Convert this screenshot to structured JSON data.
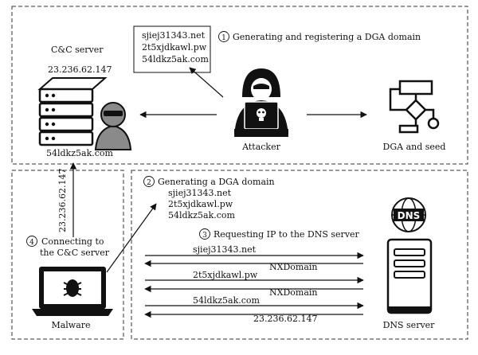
{
  "step1": {
    "number": "1",
    "label": "Generating and registering a DGA domain"
  },
  "step2": {
    "number": "2",
    "label": "Generating a DGA domain"
  },
  "step3": {
    "number": "3",
    "label": "Requesting IP to the DNS server"
  },
  "step4": {
    "number": "4",
    "label_line1": "Connecting to",
    "label_line2": "the C&C server"
  },
  "callout_domains": [
    "sjiej31343.net",
    "2t5xjdkawl.pw",
    "54ldkz5ak.com"
  ],
  "generated_domains": [
    "sjiej31343.net",
    "2t5xjdkawl.pw",
    "54ldkz5ak.com"
  ],
  "cc_server": {
    "title": "C&C server",
    "ip": "23.236.62.147",
    "domain": "54ldkz5ak.com"
  },
  "attacker_label": "Attacker",
  "dga_label": "DGA and seed",
  "malware_label": "Malware",
  "dns_server_label": "DNS server",
  "dns_icon_text": "DNS",
  "vertical_ip": "23.236.62.147",
  "dns_exchange": {
    "query1": "sjiej31343.net",
    "reply1": "NXDomain",
    "query2": "2t5xjdkawl.pw",
    "reply2": "NXDomain",
    "query3": "54ldkz5ak.com",
    "reply3": "23.236.62.147"
  },
  "colors": {
    "ink": "#111111",
    "bg": "#ffffff",
    "gray": "#8a8a8a"
  }
}
